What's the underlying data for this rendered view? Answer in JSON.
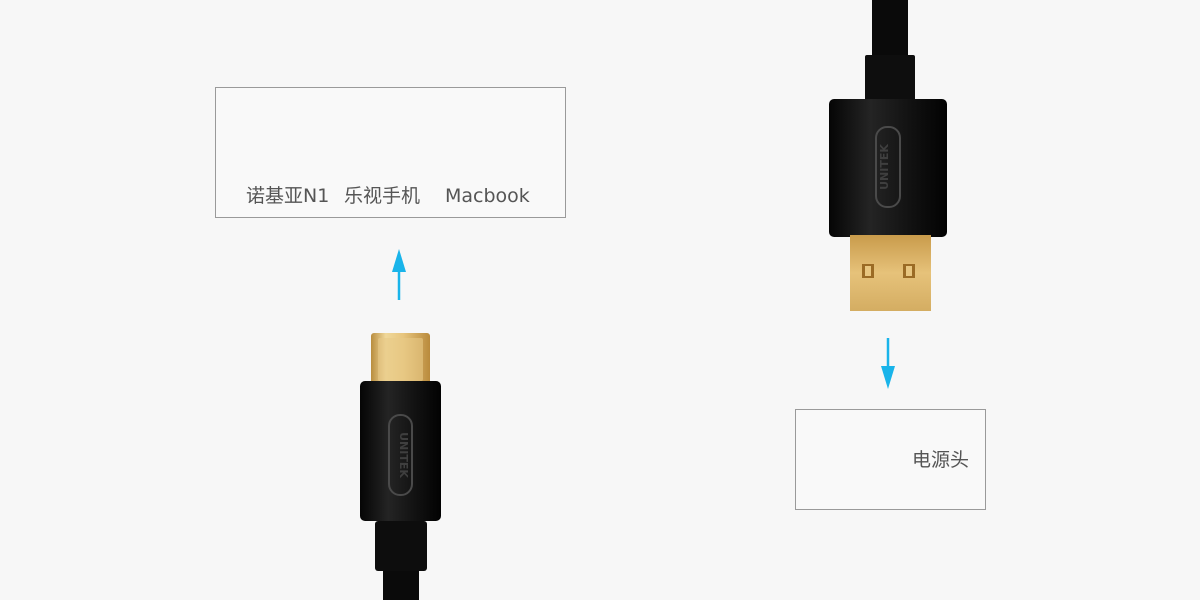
{
  "devices": {
    "nokia_label": "诺基亚N1",
    "letv_label": "乐视手机",
    "macbook_label": "Macbook"
  },
  "charger": {
    "label": "电源头"
  },
  "brand": {
    "logo_text": "UNITEK"
  },
  "colors": {
    "background": "#f7f7f7",
    "arrow": "#19b4ea",
    "cable": "#111111",
    "gold": "#d9b66a",
    "box_border": "#9a9a9a",
    "label": "#555555"
  },
  "icons": {
    "up_arrow": "up-arrow-icon",
    "down_arrow": "down-arrow-icon"
  }
}
